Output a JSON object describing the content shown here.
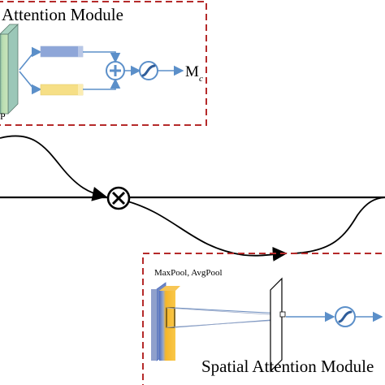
{
  "channel_module": {
    "title": "Attention Module",
    "input_label": "P",
    "output_label": "M",
    "output_subscript": "c"
  },
  "spatial_module": {
    "title": "Spatial Attention Module",
    "pool_label": "MaxPool, AvgPool"
  },
  "colors": {
    "dashed_border": "#b52a2a",
    "arrow_blue": "#5b8fc9",
    "bar_blue": "#8ea6d8",
    "bar_yellow": "#f6df86",
    "feature_green": "#b9dcb0",
    "feature_orange": "#f5b62a",
    "feature_edge_blue": "#4e6fc0",
    "line_black": "#000000"
  },
  "icons": [
    "multiply-circle-icon",
    "plus-circle-icon",
    "sigmoid-circle-icon"
  ]
}
